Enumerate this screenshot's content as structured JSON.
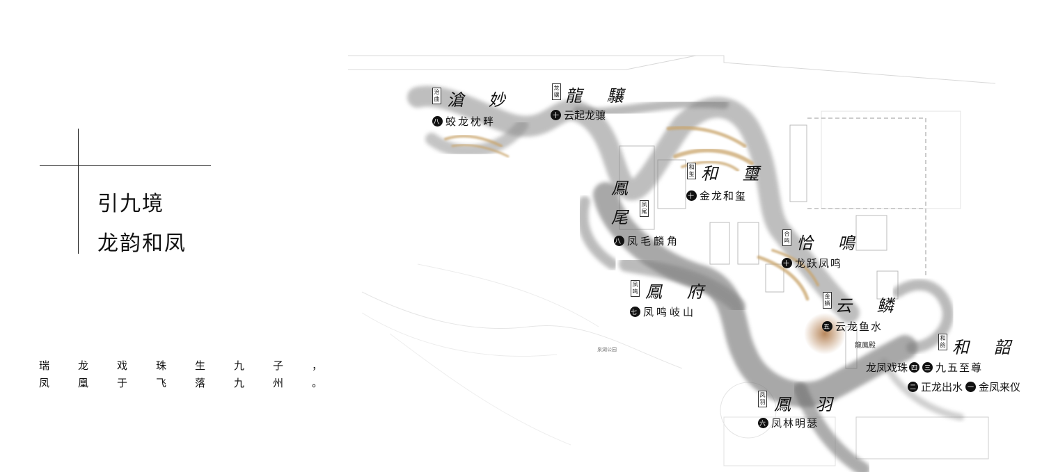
{
  "heading": {
    "line1": "引九境",
    "line2": "龙韵和凤"
  },
  "poem": {
    "line1": [
      "瑞",
      "龙",
      "戏",
      "珠",
      "生",
      "九",
      "子",
      "，"
    ],
    "line2": [
      "凤",
      "凰",
      "于",
      "飞",
      "落",
      "九",
      "州",
      "。"
    ]
  },
  "spots": [
    {
      "id": "jiaolong",
      "num": "八",
      "label": "蛟龙枕畔",
      "tag": "沧曲",
      "callig": "滄 妙"
    },
    {
      "id": "yunqi",
      "num": "十",
      "label": "云起龙骧",
      "tag": "龙骧",
      "callig": "龍 驤"
    },
    {
      "id": "jinlong",
      "num": "十",
      "label": "金龙和玺",
      "tag": "和玺",
      "callig": "和 璽"
    },
    {
      "id": "fengmao",
      "num": "八",
      "label": "凤毛麟角",
      "tag": "凤尾",
      "callig": "鳳 尾"
    },
    {
      "id": "longyue",
      "num": "十",
      "label": "龙跃凤鸣",
      "tag": "合鸣",
      "callig": "恰 鳴"
    },
    {
      "id": "fengming",
      "num": "七",
      "label": "凤鸣岐山",
      "tag": "凤鸣",
      "callig": "鳳 府"
    },
    {
      "id": "yunlong",
      "num": "五",
      "label": "云龙鱼水",
      "tag": "金鳞",
      "callig": "云 鳞"
    },
    {
      "id": "fenglin",
      "num": "六",
      "label": "凤林明瑟",
      "tag": "凤羽",
      "callig": "鳳 羽"
    },
    {
      "id": "longfeng",
      "num": "四",
      "label": "龙凤戏珠",
      "tag": "和韵",
      "callig": "和 韶"
    },
    {
      "id": "jiuwu",
      "num": "三",
      "label": "九五至尊"
    },
    {
      "id": "zhenglong",
      "num": "二",
      "label": "正龙出水"
    },
    {
      "id": "jinfeng",
      "num": "一",
      "label": "金凤来仪"
    }
  ],
  "map_notes": {
    "park": "泉湖公园",
    "hall": "龍鳳殿"
  },
  "colors": {
    "ink": "#3a3a3a",
    "gold": "#c9a46a",
    "line": "#222222"
  }
}
